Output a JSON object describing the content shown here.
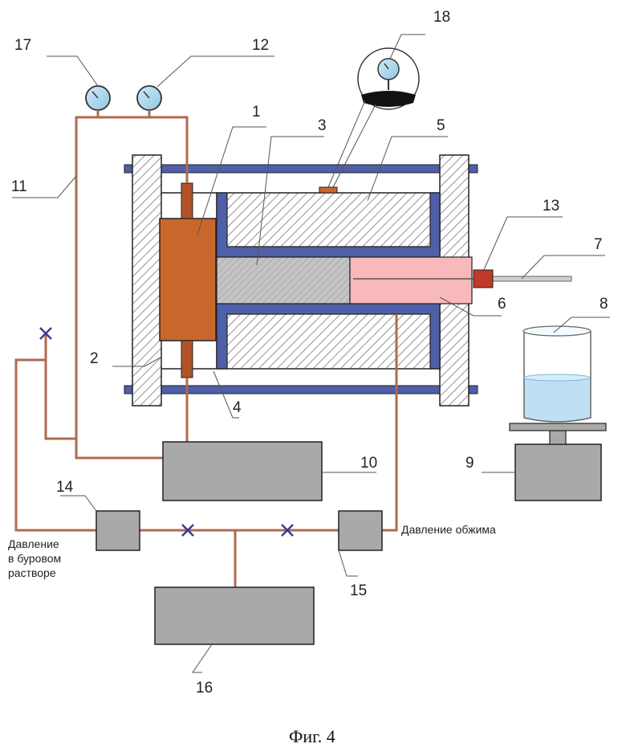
{
  "labels": {
    "n1": "1",
    "n2": "2",
    "n3": "3",
    "n4": "4",
    "n5": "5",
    "n6": "6",
    "n7": "7",
    "n8": "8",
    "n9": "9",
    "n10": "10",
    "n11": "11",
    "n12": "12",
    "n13": "13",
    "n14": "14",
    "n15": "15",
    "n16": "16",
    "n17": "17",
    "n18": "18"
  },
  "text": {
    "mud_pressure_line1": "Давление",
    "mud_pressure_line2": "в буровом",
    "mud_pressure_line3": "растворе",
    "confining_pressure": "Давление обжима",
    "caption": "Фиг. 4"
  },
  "colors": {
    "pipe": "#b06a4e",
    "core_holder": "#c8672b",
    "blue_frame": "#4f5fa8",
    "pink_chamber": "#f7b9b9",
    "gray_box": "#a9a9a9",
    "valve": "#3b3b8f",
    "liquid": "#bfe0f4"
  }
}
